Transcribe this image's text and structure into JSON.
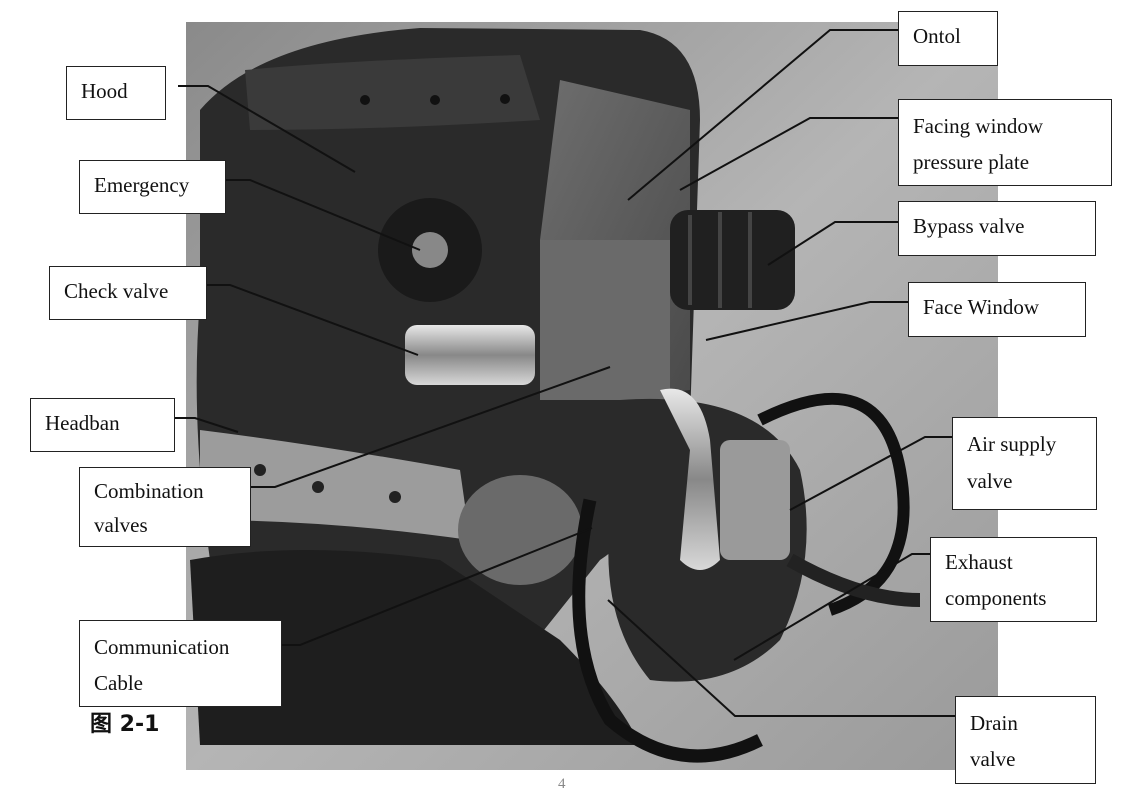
{
  "caption": "图 2-1",
  "page_number": "4",
  "labels": {
    "hood": "Hood",
    "emergency": "Emergency",
    "check_valve": "Check valve",
    "headban": "Headban",
    "combination_l1": "Combination",
    "combination_l2": "valves",
    "communication_l1": "Communication",
    "communication_l2": "Cable",
    "ontol": "Ontol",
    "facing_l1": "Facing window",
    "facing_l2": "pressure plate",
    "bypass": "Bypass valve",
    "face_window": "Face Window",
    "air_l1": "Air supply",
    "air_l2": "valve",
    "exhaust_l1": "Exhaust",
    "exhaust_l2": "components",
    "drain_l1": "Drain",
    "drain_l2": "valve"
  },
  "colors": {
    "photo_bg": "#7a7a7a",
    "leader": "#111111"
  }
}
